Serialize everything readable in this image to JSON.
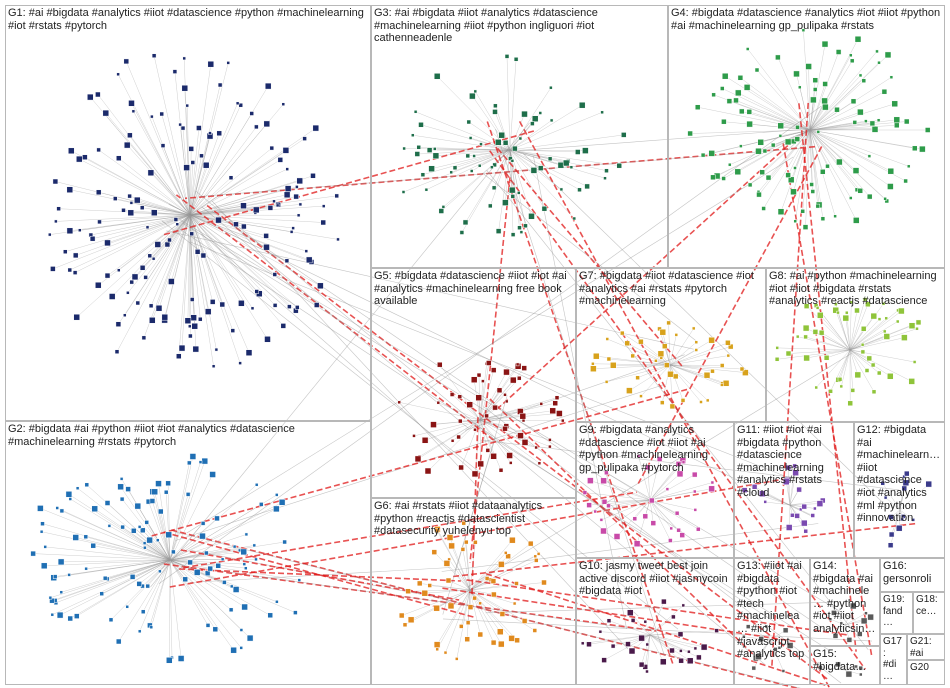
{
  "groups": [
    {
      "id": "G1",
      "label": "G1: #ai #bigdata #analytics #iiot #datascience #python #machinelearning #iot #rstats #pytorch",
      "color": "#1b2a6b"
    },
    {
      "id": "G2",
      "label": "G2: #bigdata #ai #python #iiot #iot #analytics #datascience #machinelearning #rstats #pytorch",
      "color": "#1f6fb4"
    },
    {
      "id": "G3",
      "label": "G3: #ai #bigdata #iiot #analytics #datascience #machinelearning #iiot #python ingliguori #iot cathenneadenle",
      "color": "#1e6e4a"
    },
    {
      "id": "G4",
      "label": "G4: #bigdata #datascience #analytics #iot #iiot #python #ai #machinelearning gp_pulipaka #rstats",
      "color": "#2e9c4a"
    },
    {
      "id": "G5",
      "label": "G5: #bigdata #datascience #iiot #iot #ai #analytics #machinelearning free book available",
      "color": "#8a1414"
    },
    {
      "id": "G6",
      "label": "G6: #ai #rstats #iiot #dataanalytics #python #reactjs #datascientist #datasecurity yuhelenyu top",
      "color": "#e08a1e"
    },
    {
      "id": "G7",
      "label": "G7: #bigdata #iiot #datascience #iot #analytics #ai #rstats #pytorch #machinelearning",
      "color": "#d8a21c"
    },
    {
      "id": "G8",
      "label": "G8: #ai #python #machinelearning #iot #iiot #bigdata #rstats #analytics #reactjs #datascience",
      "color": "#8fc43a"
    },
    {
      "id": "G9",
      "label": "G9: #bigdata #analytics #datascience #iot #iiot #ai #python #machinelearning gp_pulipaka #pytorch",
      "color": "#c84aa8"
    },
    {
      "id": "G10",
      "label": "G10: jasmy tweet best join active discord #iiot #jasmycoin #bigdata #iot",
      "color": "#4a1a4a"
    },
    {
      "id": "G11",
      "label": "G11: #iiot #iot #ai #bigdata #python #datascience #machinelearning #analytics #rstats #cloud",
      "color": "#7a4ab0"
    },
    {
      "id": "G12",
      "label": "G12: #bigdata #ai #machinelearn… #iiot #datascience #iot #analytics #ml #python #innovation",
      "color": "#3a3a8a"
    },
    {
      "id": "G13",
      "label": "G13: #iiot #ai #bigdata #python #iot #tech #machinelea… #iiot #javascript #analytics top",
      "color": "#5a5a5a"
    },
    {
      "id": "G14",
      "label": "G14: #bigdata #ai #machinele… #python #iot #iiot analyticsin…",
      "color": "#5a5a5a"
    },
    {
      "id": "G15",
      "label": "G15: #bigdata…",
      "color": "#5a5a5a"
    },
    {
      "id": "G16",
      "label": "G16: gersonroli…",
      "color": "#5a5a5a"
    },
    {
      "id": "G17",
      "label": "G17: #di…",
      "color": "#5a5a5a"
    },
    {
      "id": "G18",
      "label": "G18: ce…",
      "color": "#5a5a5a"
    },
    {
      "id": "G19",
      "label": "G19: fand…",
      "color": "#5a5a5a"
    },
    {
      "id": "G20",
      "label": "G20",
      "color": "#5a5a5a"
    },
    {
      "id": "G21",
      "label": "G21: #ai",
      "color": "#5a5a5a"
    }
  ],
  "edge_colors": {
    "intra": "#9a9a9a",
    "highlight": "#e01818"
  }
}
